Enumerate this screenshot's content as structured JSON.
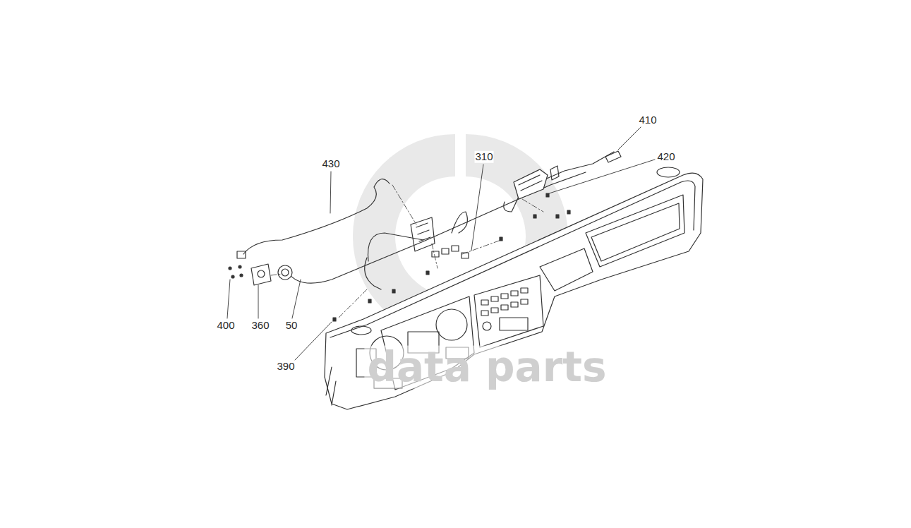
{
  "diagram": {
    "labels": [
      "410",
      "420",
      "430",
      "310",
      "400",
      "360",
      "50",
      "390",
      "data parts"
    ]
  }
}
